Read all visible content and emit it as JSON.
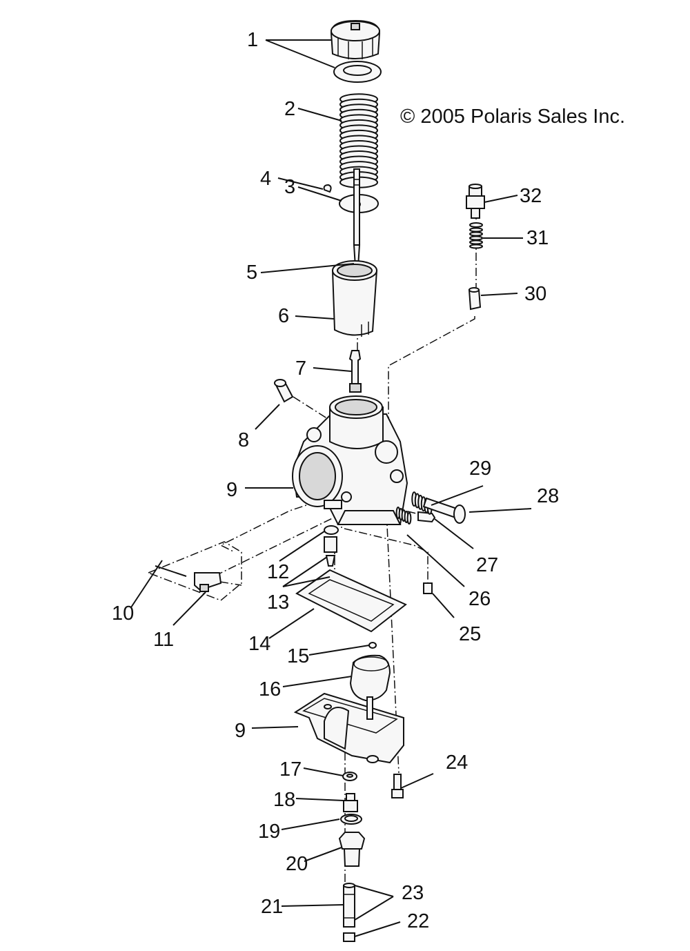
{
  "copyright": "© 2005 Polaris Sales Inc.",
  "callouts": [
    "1",
    "2",
    "3",
    "4",
    "5",
    "6",
    "7",
    "8",
    "9",
    "10",
    "11",
    "12",
    "13",
    "14",
    "15",
    "16",
    "9",
    "17",
    "18",
    "19",
    "20",
    "21",
    "22",
    "23",
    "24",
    "25",
    "26",
    "27",
    "28",
    "29",
    "30",
    "31",
    "32"
  ]
}
